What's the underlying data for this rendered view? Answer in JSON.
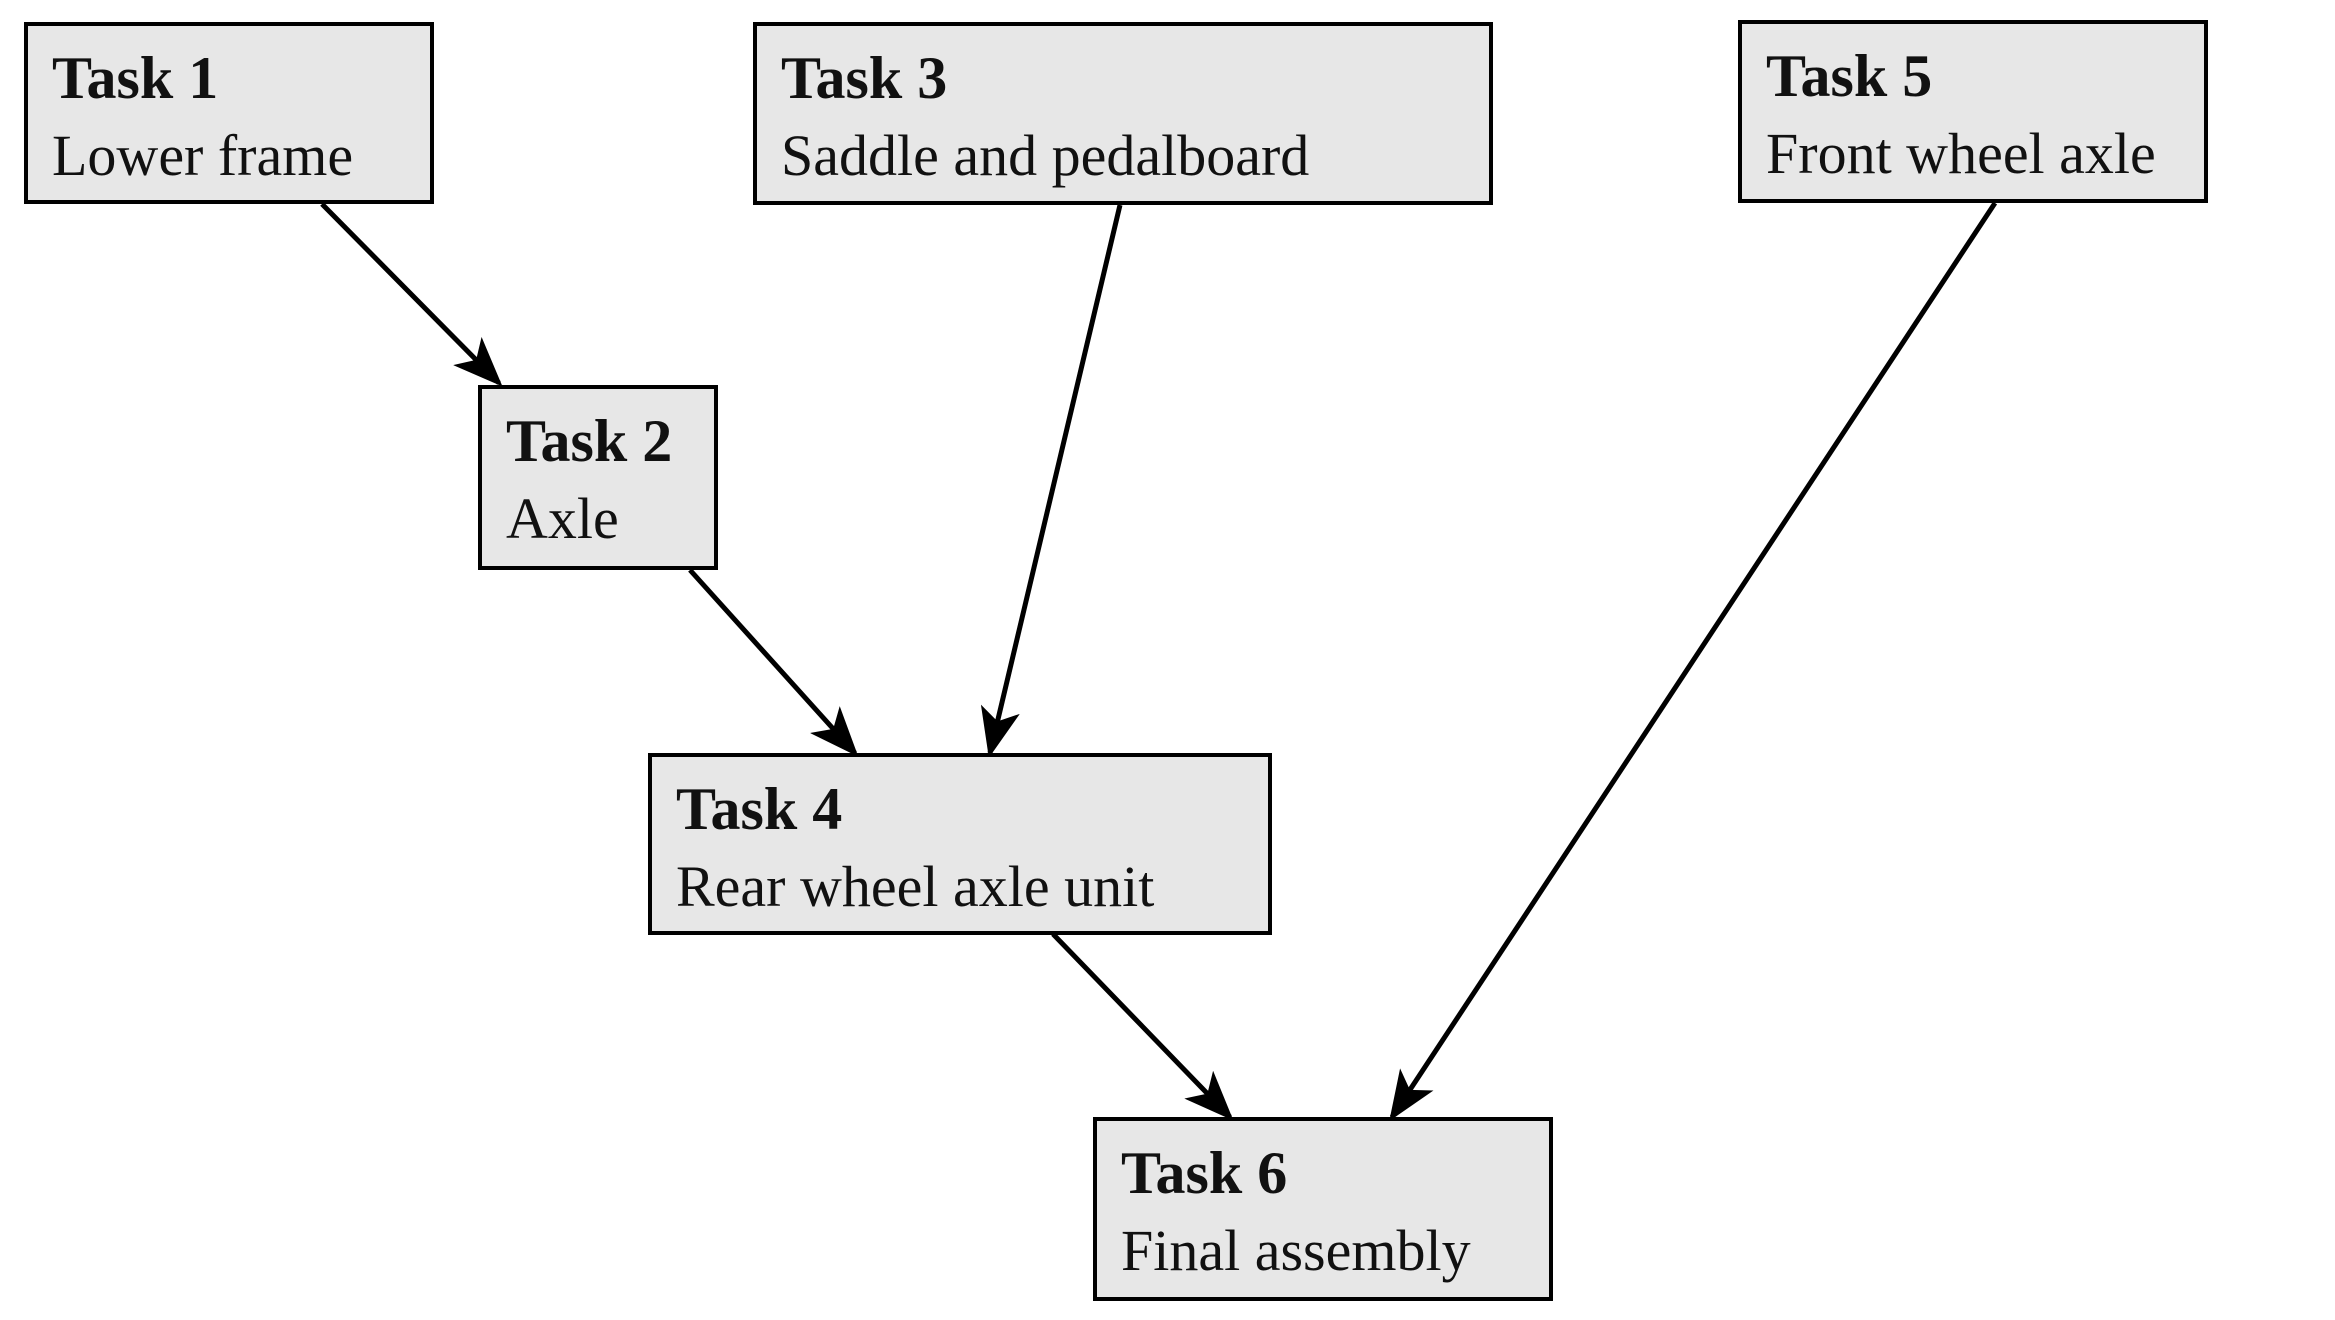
{
  "diagram": {
    "type": "task-precedence-diagram",
    "background_color": "#ffffff",
    "node_fill_color": "#e7e7e7",
    "node_border_color": "#000000",
    "arrow_color": "#000000",
    "tasks": [
      {
        "id": 1,
        "title": "Task 1",
        "subtitle": "Lower frame"
      },
      {
        "id": 2,
        "title": "Task 2",
        "subtitle": "Axle"
      },
      {
        "id": 3,
        "title": "Task 3",
        "subtitle": "Saddle and pedalboard"
      },
      {
        "id": 4,
        "title": "Task 4",
        "subtitle": "Rear wheel axle unit"
      },
      {
        "id": 5,
        "title": "Task 5",
        "subtitle": "Front wheel axle"
      },
      {
        "id": 6,
        "title": "Task 6",
        "subtitle": "Final assembly"
      }
    ],
    "edges": [
      {
        "from": 1,
        "to": 2
      },
      {
        "from": 2,
        "to": 4
      },
      {
        "from": 3,
        "to": 4
      },
      {
        "from": 4,
        "to": 6
      },
      {
        "from": 5,
        "to": 6
      }
    ]
  }
}
